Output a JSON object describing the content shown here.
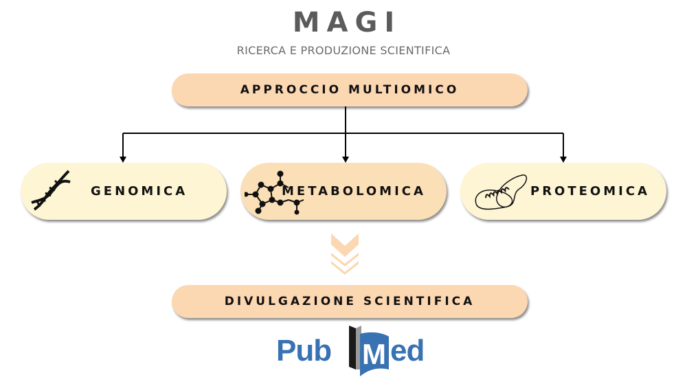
{
  "header": {
    "title": "MAGI",
    "subtitle": "RICERCA E PRODUZIONE SCIENTIFICA"
  },
  "top_node": {
    "label": "APPROCCIO MULTIOMICO"
  },
  "omics": [
    {
      "label": "GENOMICA",
      "icon": "dna-icon"
    },
    {
      "label": "METABOLOMICA",
      "icon": "molecule-icon"
    },
    {
      "label": "PROTEOMICA",
      "icon": "protein-icon"
    }
  ],
  "bottom_node": {
    "label": "DIVULGAZIONE SCIENTIFICA"
  },
  "logo": {
    "part1": "Pub",
    "part2": "ed",
    "m": "M"
  },
  "colors": {
    "peach": "#fbd7b2",
    "cream": "#fdf5d3",
    "pubmed_blue": "#3872b3",
    "title_gray": "#5b5b5b"
  }
}
